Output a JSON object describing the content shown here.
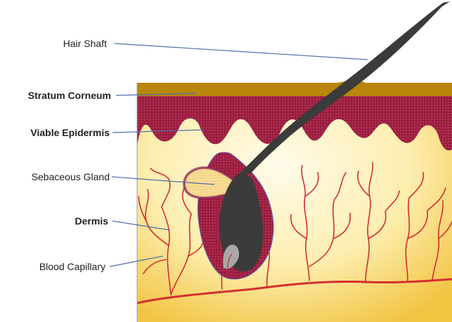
{
  "labels": {
    "hair_shaft": "Hair Shaft",
    "stratum_corneum": "Stratum Corneum",
    "viable_epidermis": "Viable Epidermis",
    "sebaceous_gland": "Sebaceous Gland",
    "dermis": "Dermis",
    "blood_capillary": "Blood Capillary"
  },
  "colors": {
    "stratum_corneum": "#b8860b",
    "epidermis": "#9b1d3f",
    "dermis_light": "#fff6d6",
    "dermis_dark": "#f3c845",
    "hair": "#3b3b3b",
    "capillary": "#d32f2f",
    "leader_line": "#4f6fa8"
  }
}
